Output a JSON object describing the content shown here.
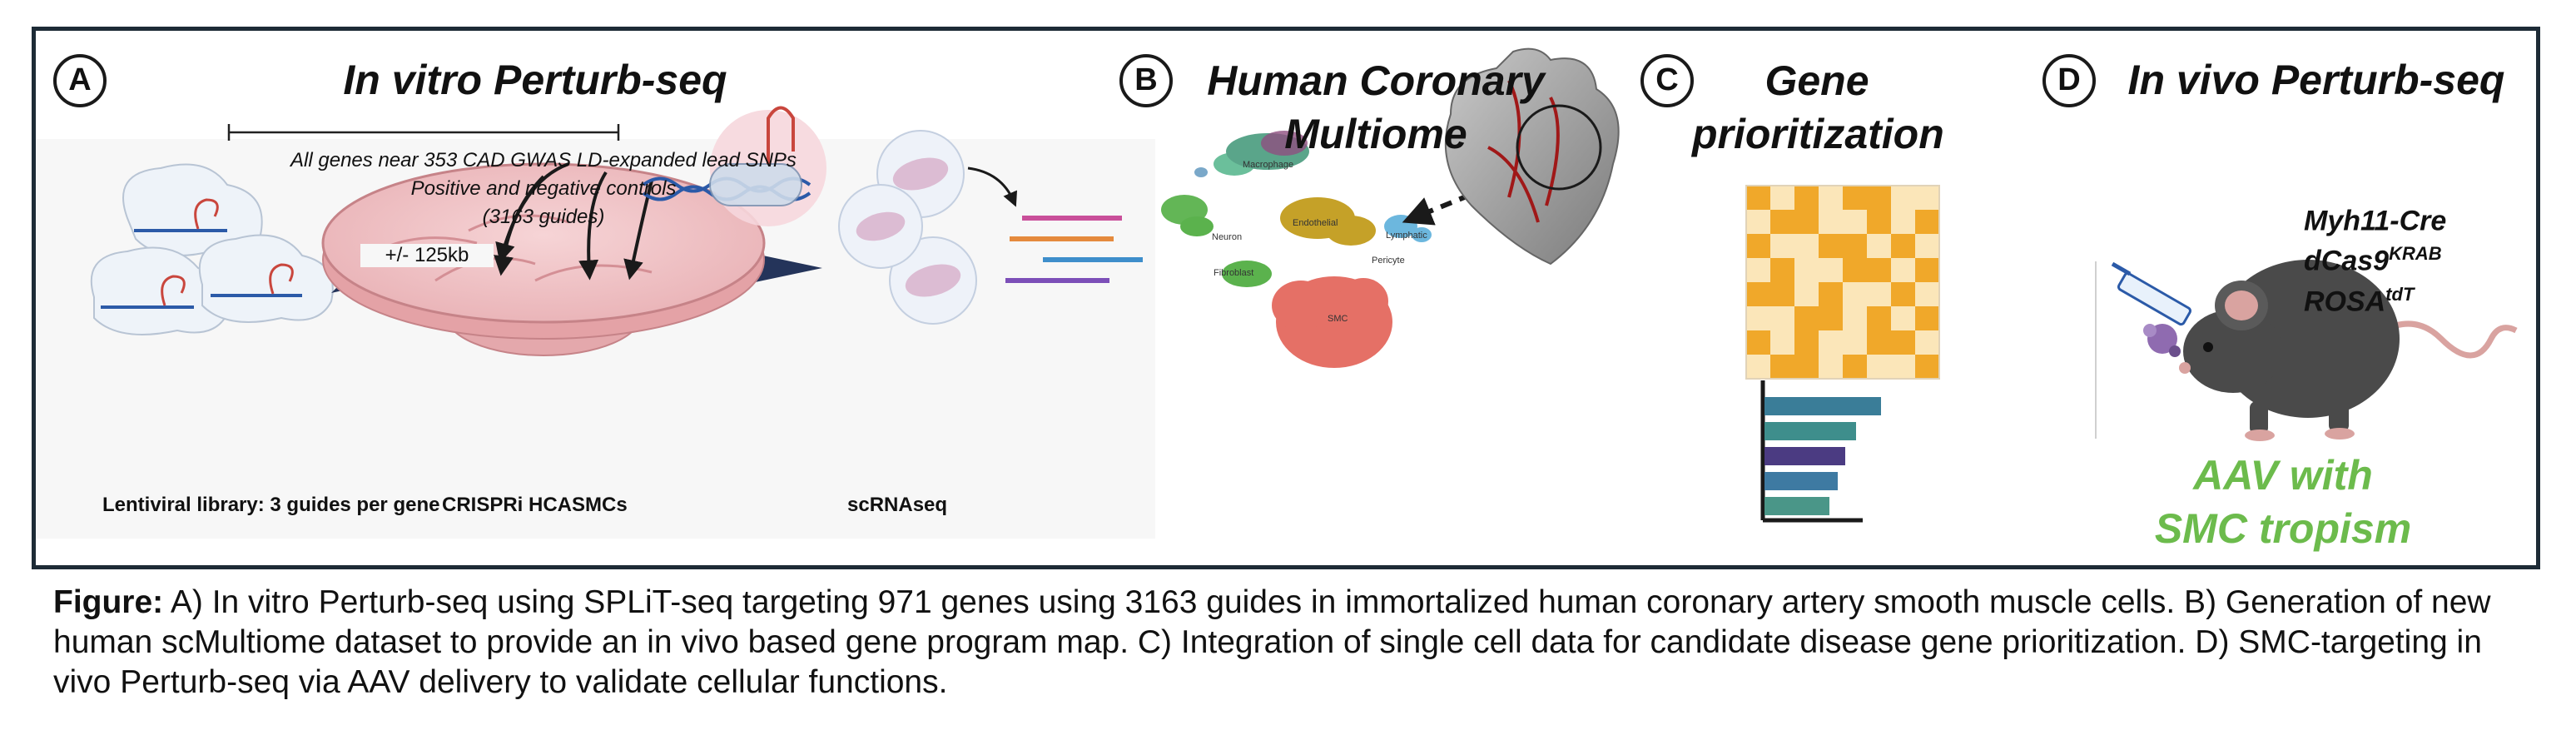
{
  "panels": {
    "a": {
      "letter": "A",
      "title": "In vitro Perturb-seq",
      "subtitle_lines": [
        "All genes near 353 CAD GWAS LD-expanded lead SNPs",
        "Positive and negative controls",
        "(3163 guides)"
      ],
      "window": "+/- 125kb",
      "labels": [
        "Lentiviral library: 3 guides per gene",
        "CRISPRi HCASMCs",
        "scRNAseq"
      ]
    },
    "b": {
      "letter": "B",
      "title_lines": [
        "Human Coronary",
        "Multiome"
      ],
      "cluster_labels": [
        "Macrophage",
        "Endothelial",
        "Neuron",
        "Lymphatic",
        "Pericyte",
        "Fibroblast",
        "SMC"
      ]
    },
    "c": {
      "letter": "C",
      "title_lines": [
        "Gene",
        "prioritization"
      ]
    },
    "d": {
      "letter": "D",
      "title": "In vivo Perturb-seq",
      "genotype": [
        {
          "base": "Myh11-Cre",
          "sup": ""
        },
        {
          "base": "dCas9",
          "sup": "KRAB"
        },
        {
          "base": "ROSA",
          "sup": "tdT"
        }
      ],
      "aav_lines": [
        "AAV with",
        "SMC tropism"
      ]
    }
  },
  "caption": {
    "label": "Figure:",
    "text": " A) In vitro Perturb-seq using SPLiT-seq targeting 971 genes using 3163 guides in immortalized human coronary artery smooth muscle cells. B) Generation of new human scMultiome dataset to provide an in vivo based gene program map. C) Integration of single cell data for candidate disease gene prioritization. D) SMC-targeting in vivo Perturb-seq via AAV delivery to validate cellular functions."
  },
  "colors": {
    "frame": "#1d2b36",
    "aav_green": "#6cbb4c",
    "heatmap_orange": "#f0a82a",
    "heatmap_light": "#fbe6b9",
    "smc_red": "#e57066",
    "mouse": "#4a4a4a"
  }
}
